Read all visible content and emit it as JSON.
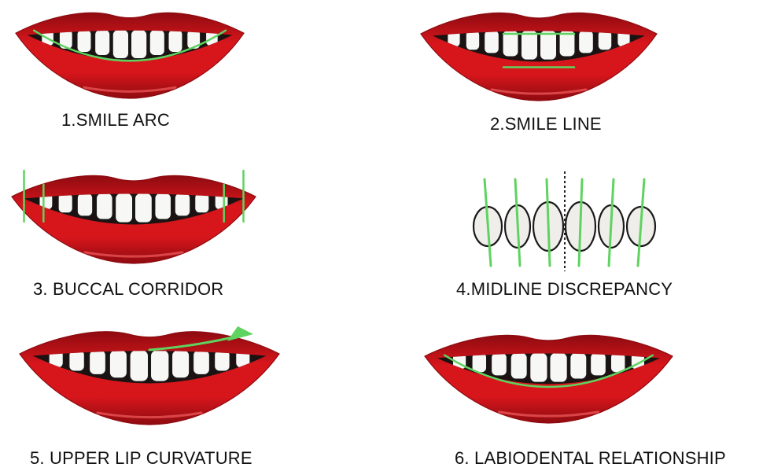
{
  "colors": {
    "lip": "#d7161c",
    "lip_dark": "#8e0b10",
    "lip_highlight": "#ff6a6a",
    "mouth_dark": "#1d1212",
    "tooth": "#f7f7f5",
    "tooth_outline": "#1a1a1a",
    "guide": "#5fd35f",
    "caption": "#111111"
  },
  "panels": [
    {
      "id": "smile-arc",
      "caption": "1.SMILE ARC",
      "guide": "lower-arc"
    },
    {
      "id": "smile-line",
      "caption": "2.SMILE LINE",
      "guide": "horizontal-lines"
    },
    {
      "id": "buccal-corridor",
      "caption": "3. BUCCAL CORRIDOR",
      "guide": "corner-vertical-lines"
    },
    {
      "id": "midline-discrepancy",
      "caption": "4.MIDLINE DISCREPANCY",
      "guide": "tooth-axes-and-midline"
    },
    {
      "id": "upper-lip-curvature",
      "caption": "5. UPPER LIP CURVATURE",
      "guide": "arrow-along-upper-lip"
    },
    {
      "id": "labiodental-relationship",
      "caption": "6. LABIODENTAL RELATIONSHIP",
      "guide": "lower-arc"
    }
  ]
}
